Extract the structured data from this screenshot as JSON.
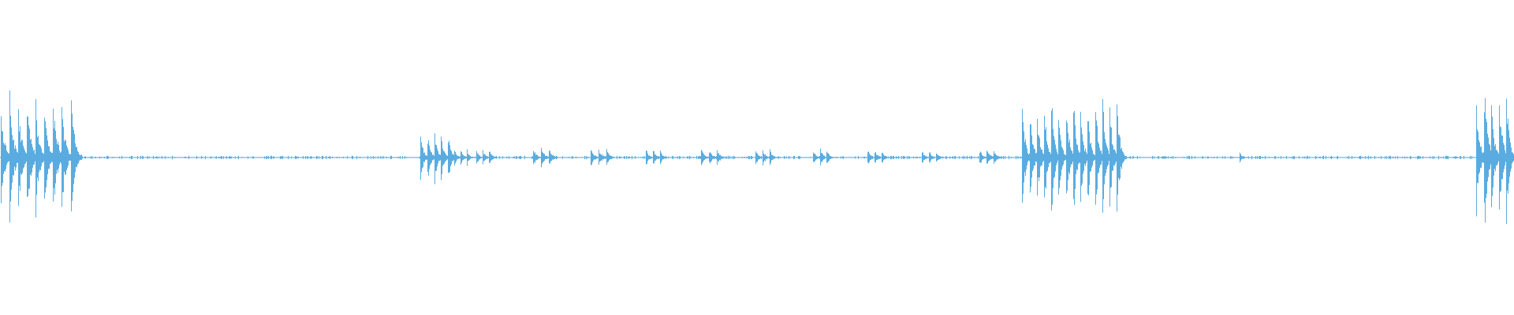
{
  "waveform": {
    "color": "#5aace0",
    "background": "#ffffff",
    "clusters": [
      {
        "start": 0.0,
        "end": 0.052,
        "peak": 0.47,
        "hits": 9
      },
      {
        "start": 0.278,
        "end": 0.3,
        "peak": 0.2,
        "hits": 5
      },
      {
        "start": 0.3,
        "end": 0.312,
        "peak": 0.07,
        "hits": 3
      },
      {
        "start": 0.315,
        "end": 0.327,
        "peak": 0.07,
        "hits": 3
      },
      {
        "start": 0.352,
        "end": 0.367,
        "peak": 0.07,
        "hits": 3
      },
      {
        "start": 0.39,
        "end": 0.405,
        "peak": 0.07,
        "hits": 3
      },
      {
        "start": 0.427,
        "end": 0.44,
        "peak": 0.06,
        "hits": 3
      },
      {
        "start": 0.463,
        "end": 0.478,
        "peak": 0.07,
        "hits": 3
      },
      {
        "start": 0.499,
        "end": 0.512,
        "peak": 0.07,
        "hits": 3
      },
      {
        "start": 0.537,
        "end": 0.55,
        "peak": 0.07,
        "hits": 3
      },
      {
        "start": 0.573,
        "end": 0.586,
        "peak": 0.06,
        "hits": 3
      },
      {
        "start": 0.609,
        "end": 0.622,
        "peak": 0.06,
        "hits": 3
      },
      {
        "start": 0.647,
        "end": 0.66,
        "peak": 0.07,
        "hits": 3
      },
      {
        "start": 0.675,
        "end": 0.742,
        "peak": 0.45,
        "hits": 14
      },
      {
        "start": 0.819,
        "end": 0.823,
        "peak": 0.04,
        "hits": 1
      },
      {
        "start": 0.975,
        "end": 1.0,
        "peak": 0.56,
        "hits": 5
      }
    ],
    "noise_floor": 0.012
  }
}
